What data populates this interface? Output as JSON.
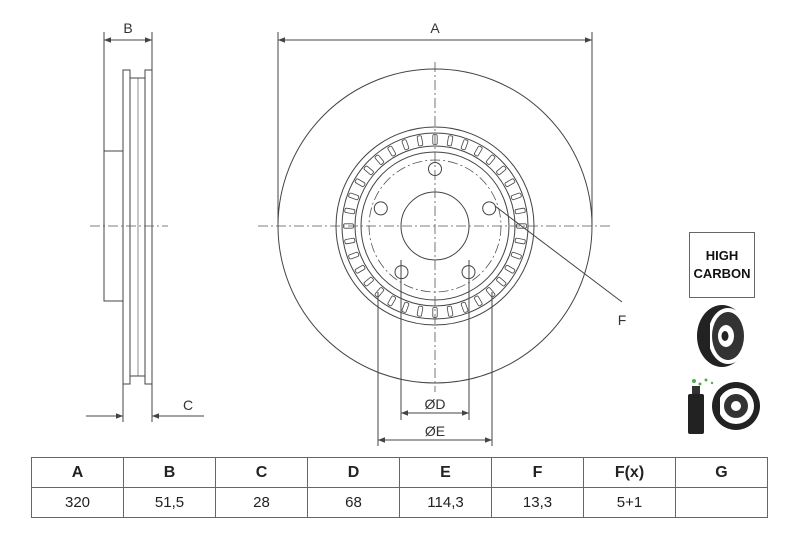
{
  "drawing": {
    "labels": {
      "a": "A",
      "b": "B",
      "c": "C",
      "f": "F",
      "d": "ØD",
      "e": "ØE"
    },
    "icons": [
      "high-carbon-badge",
      "vented-disc-icon",
      "coated-disc-icon"
    ]
  },
  "badge": {
    "line1": "HIGH",
    "line2": "CARBON"
  },
  "table": {
    "headers": [
      "A",
      "B",
      "C",
      "D",
      "E",
      "F",
      "F(x)",
      "G"
    ],
    "values": [
      "320",
      "51,5",
      "28",
      "68",
      "114,3",
      "13,3",
      "5+1",
      ""
    ]
  }
}
